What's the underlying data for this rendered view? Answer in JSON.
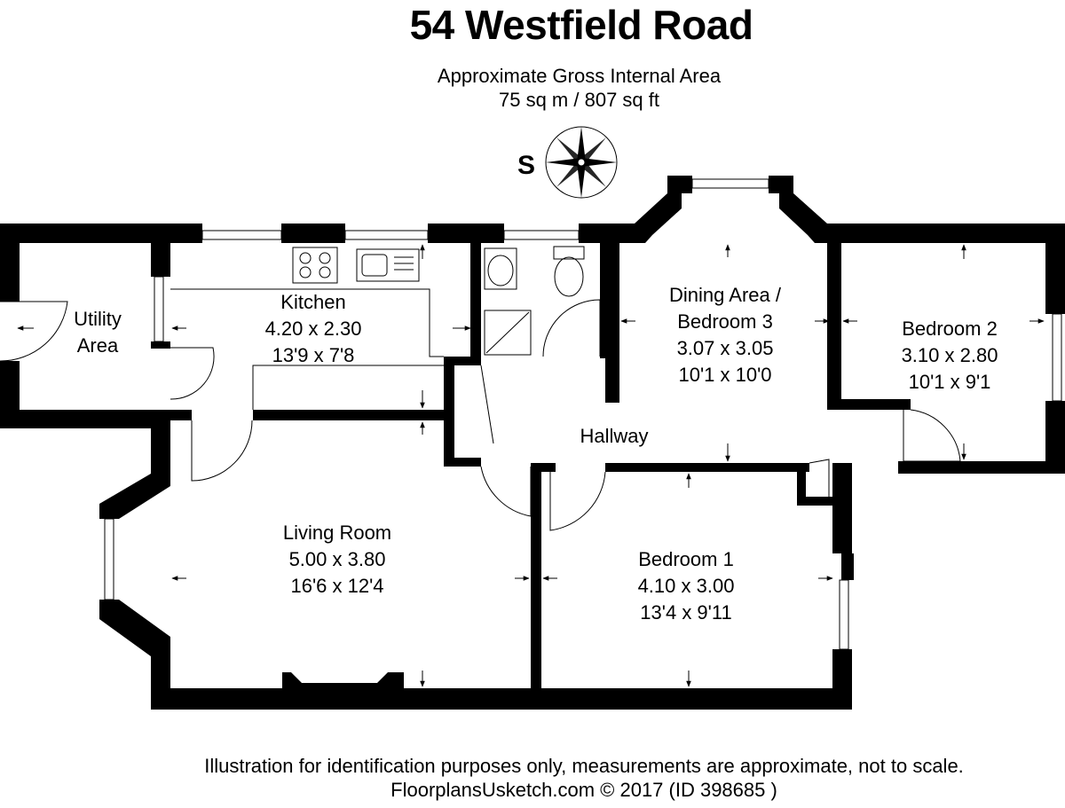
{
  "header": {
    "title": "54 Westfield Road",
    "area_line1": "Approximate Gross Internal Area",
    "area_line2": "75 sq m / 807 sq ft"
  },
  "compass": {
    "letter": "S",
    "icon": "compass-rose-icon"
  },
  "rooms": {
    "utility": {
      "name_line1": "Utility",
      "name_line2": "Area"
    },
    "kitchen": {
      "name": "Kitchen",
      "metric": "4.20 x 2.30",
      "imperial": "13'9 x 7'8"
    },
    "dining": {
      "name_line1": "Dining Area /",
      "name_line2": "Bedroom 3",
      "metric": "3.07 x 3.05",
      "imperial": "10'1 x 10'0"
    },
    "bedroom2": {
      "name": "Bedroom 2",
      "metric": "3.10 x 2.80",
      "imperial": "10'1 x 9'1"
    },
    "hallway": {
      "name": "Hallway"
    },
    "living": {
      "name": "Living Room",
      "metric": "5.00 x 3.80",
      "imperial": "16'6 x 12'4"
    },
    "bedroom1": {
      "name": "Bedroom 1",
      "metric": "4.10 x 3.00",
      "imperial": "13'4 x 9'11"
    }
  },
  "footer": {
    "line1": "Illustration for identification purposes only, measurements are approximate, not to scale.",
    "line2": "FloorplansUsketch.com © 2017 (ID 398685 )"
  },
  "colors": {
    "wall": "#000000",
    "background": "#ffffff",
    "fixture_stroke": "#000000"
  }
}
